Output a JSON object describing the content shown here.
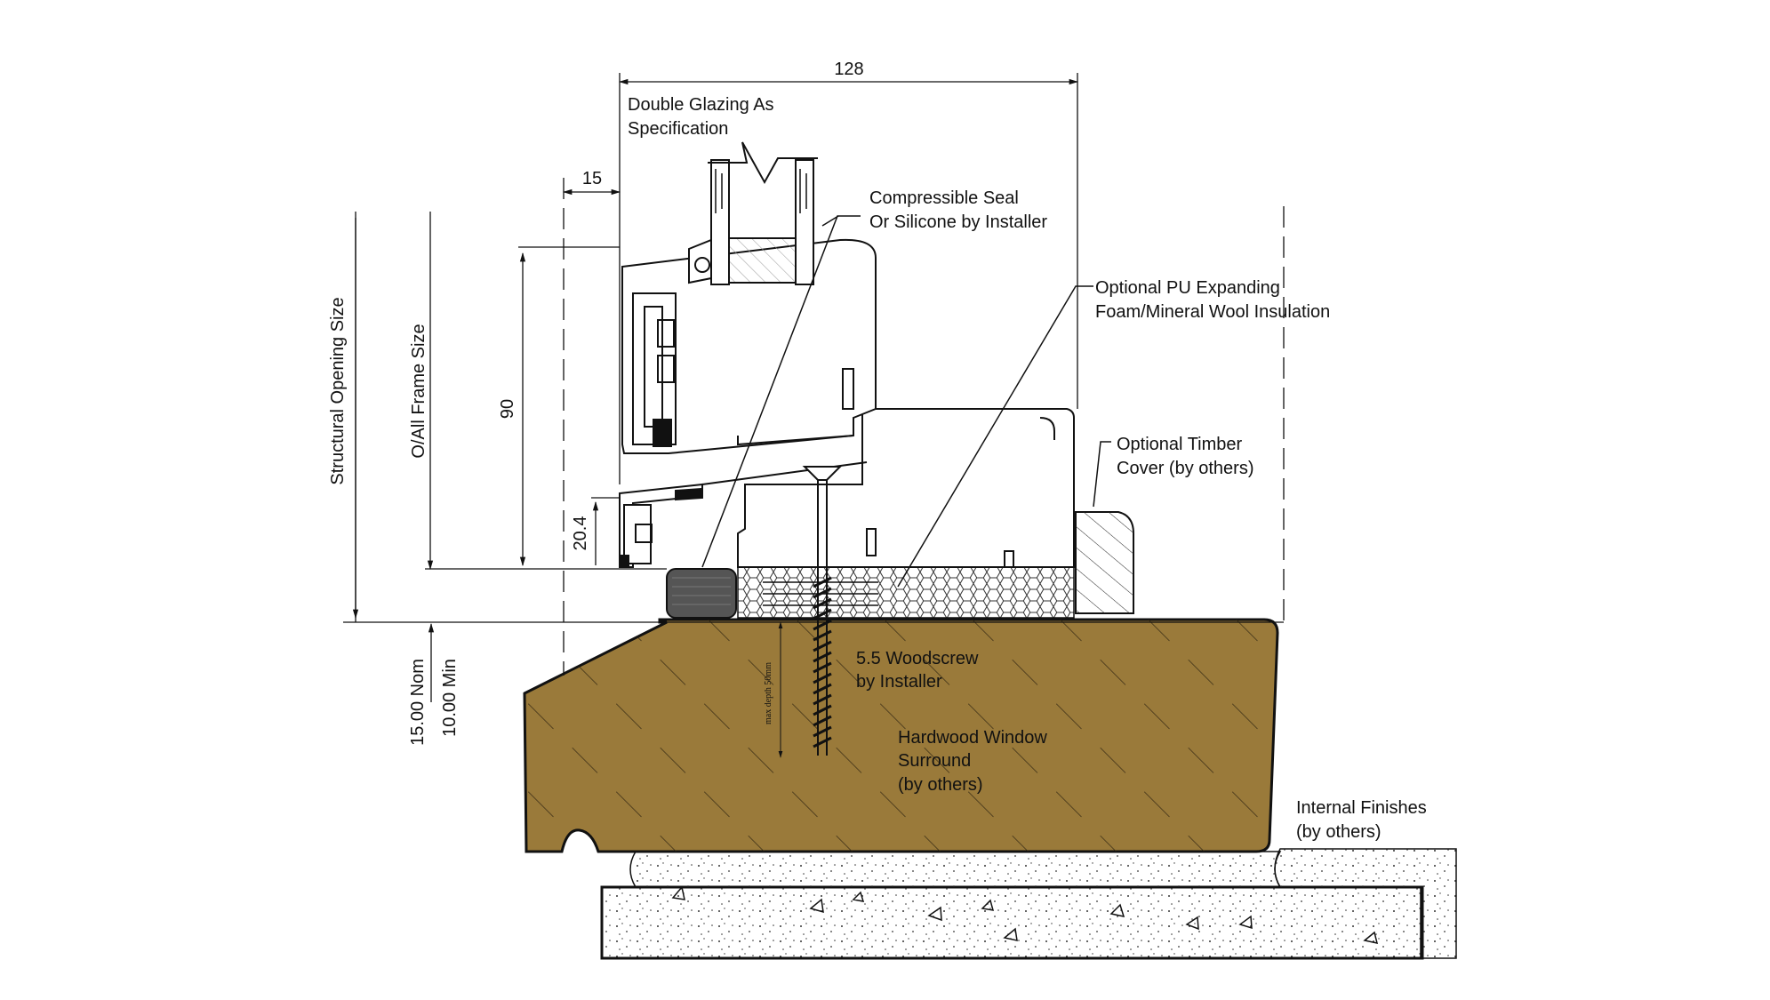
{
  "dimensions": {
    "overall_width": "128",
    "frame_offset": "15",
    "frame_height": "90",
    "sill_height": "20.4",
    "structural_opening": "Structural Opening Size",
    "overall_frame": "O/All Frame Size",
    "nominal_gap": "15.00 Nom",
    "minimum_gap": "10.00 Min",
    "screw_depth": "max depth 50mm"
  },
  "annotations": {
    "glazing_line1": "Double Glazing As",
    "glazing_line2": "Specification",
    "seal_line1": "Compressible Seal",
    "seal_line2": "Or Silicone by Installer",
    "foam_line1": "Optional PU Expanding",
    "foam_line2": "Foam/Mineral Wool Insulation",
    "cover_line1": "Optional Timber",
    "cover_line2": "Cover (by others)",
    "screw_line1": "5.5 Woodscrew",
    "screw_line2": "by Installer",
    "surround_line1": "Hardwood Window",
    "surround_line2": "Surround",
    "surround_line3": "(by others)",
    "finishes_line1": "Internal Finishes",
    "finishes_line2": "(by others)"
  },
  "colors": {
    "hardwood": "#9a7a3a",
    "line": "#111111",
    "seal": "#555555",
    "glass": "#dddddd"
  }
}
